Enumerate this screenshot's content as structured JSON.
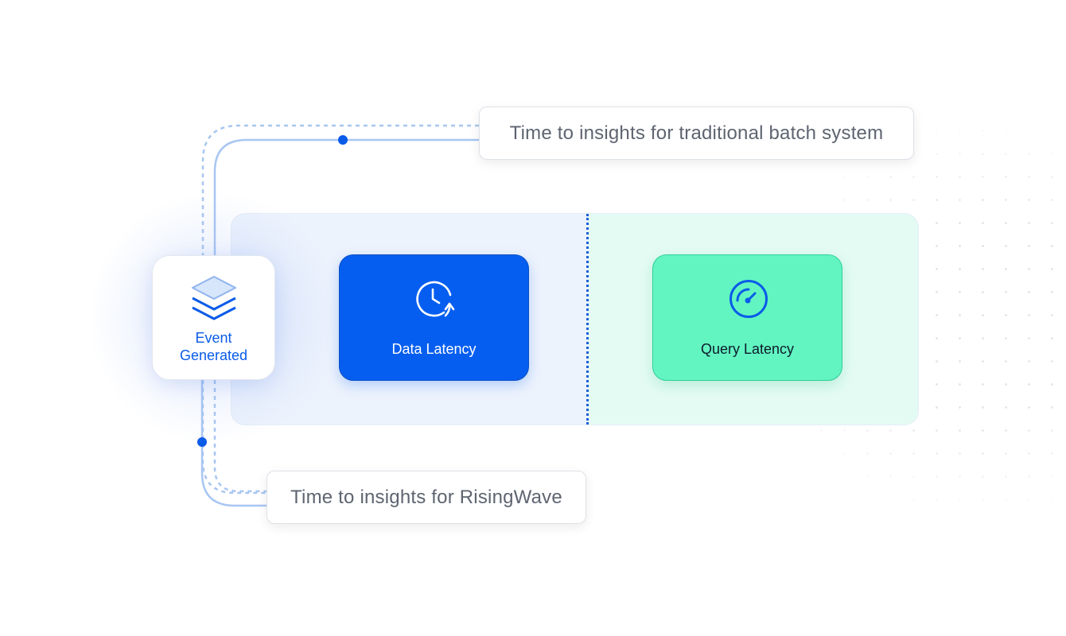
{
  "event_node": {
    "label": "Event\nGenerated",
    "icon": "layers-icon"
  },
  "data_latency": {
    "label": "Data Latency",
    "icon": "clock-refresh-icon"
  },
  "query_latency": {
    "label": "Query Latency",
    "icon": "gauge-icon"
  },
  "callouts": {
    "batch": "Time to insights for traditional batch system",
    "risingwave": "Time to insights for RisingWave"
  },
  "colors": {
    "accent_blue": "#055ef0",
    "accent_green": "#62f5c2",
    "line_blue": "#a8c6f2"
  }
}
